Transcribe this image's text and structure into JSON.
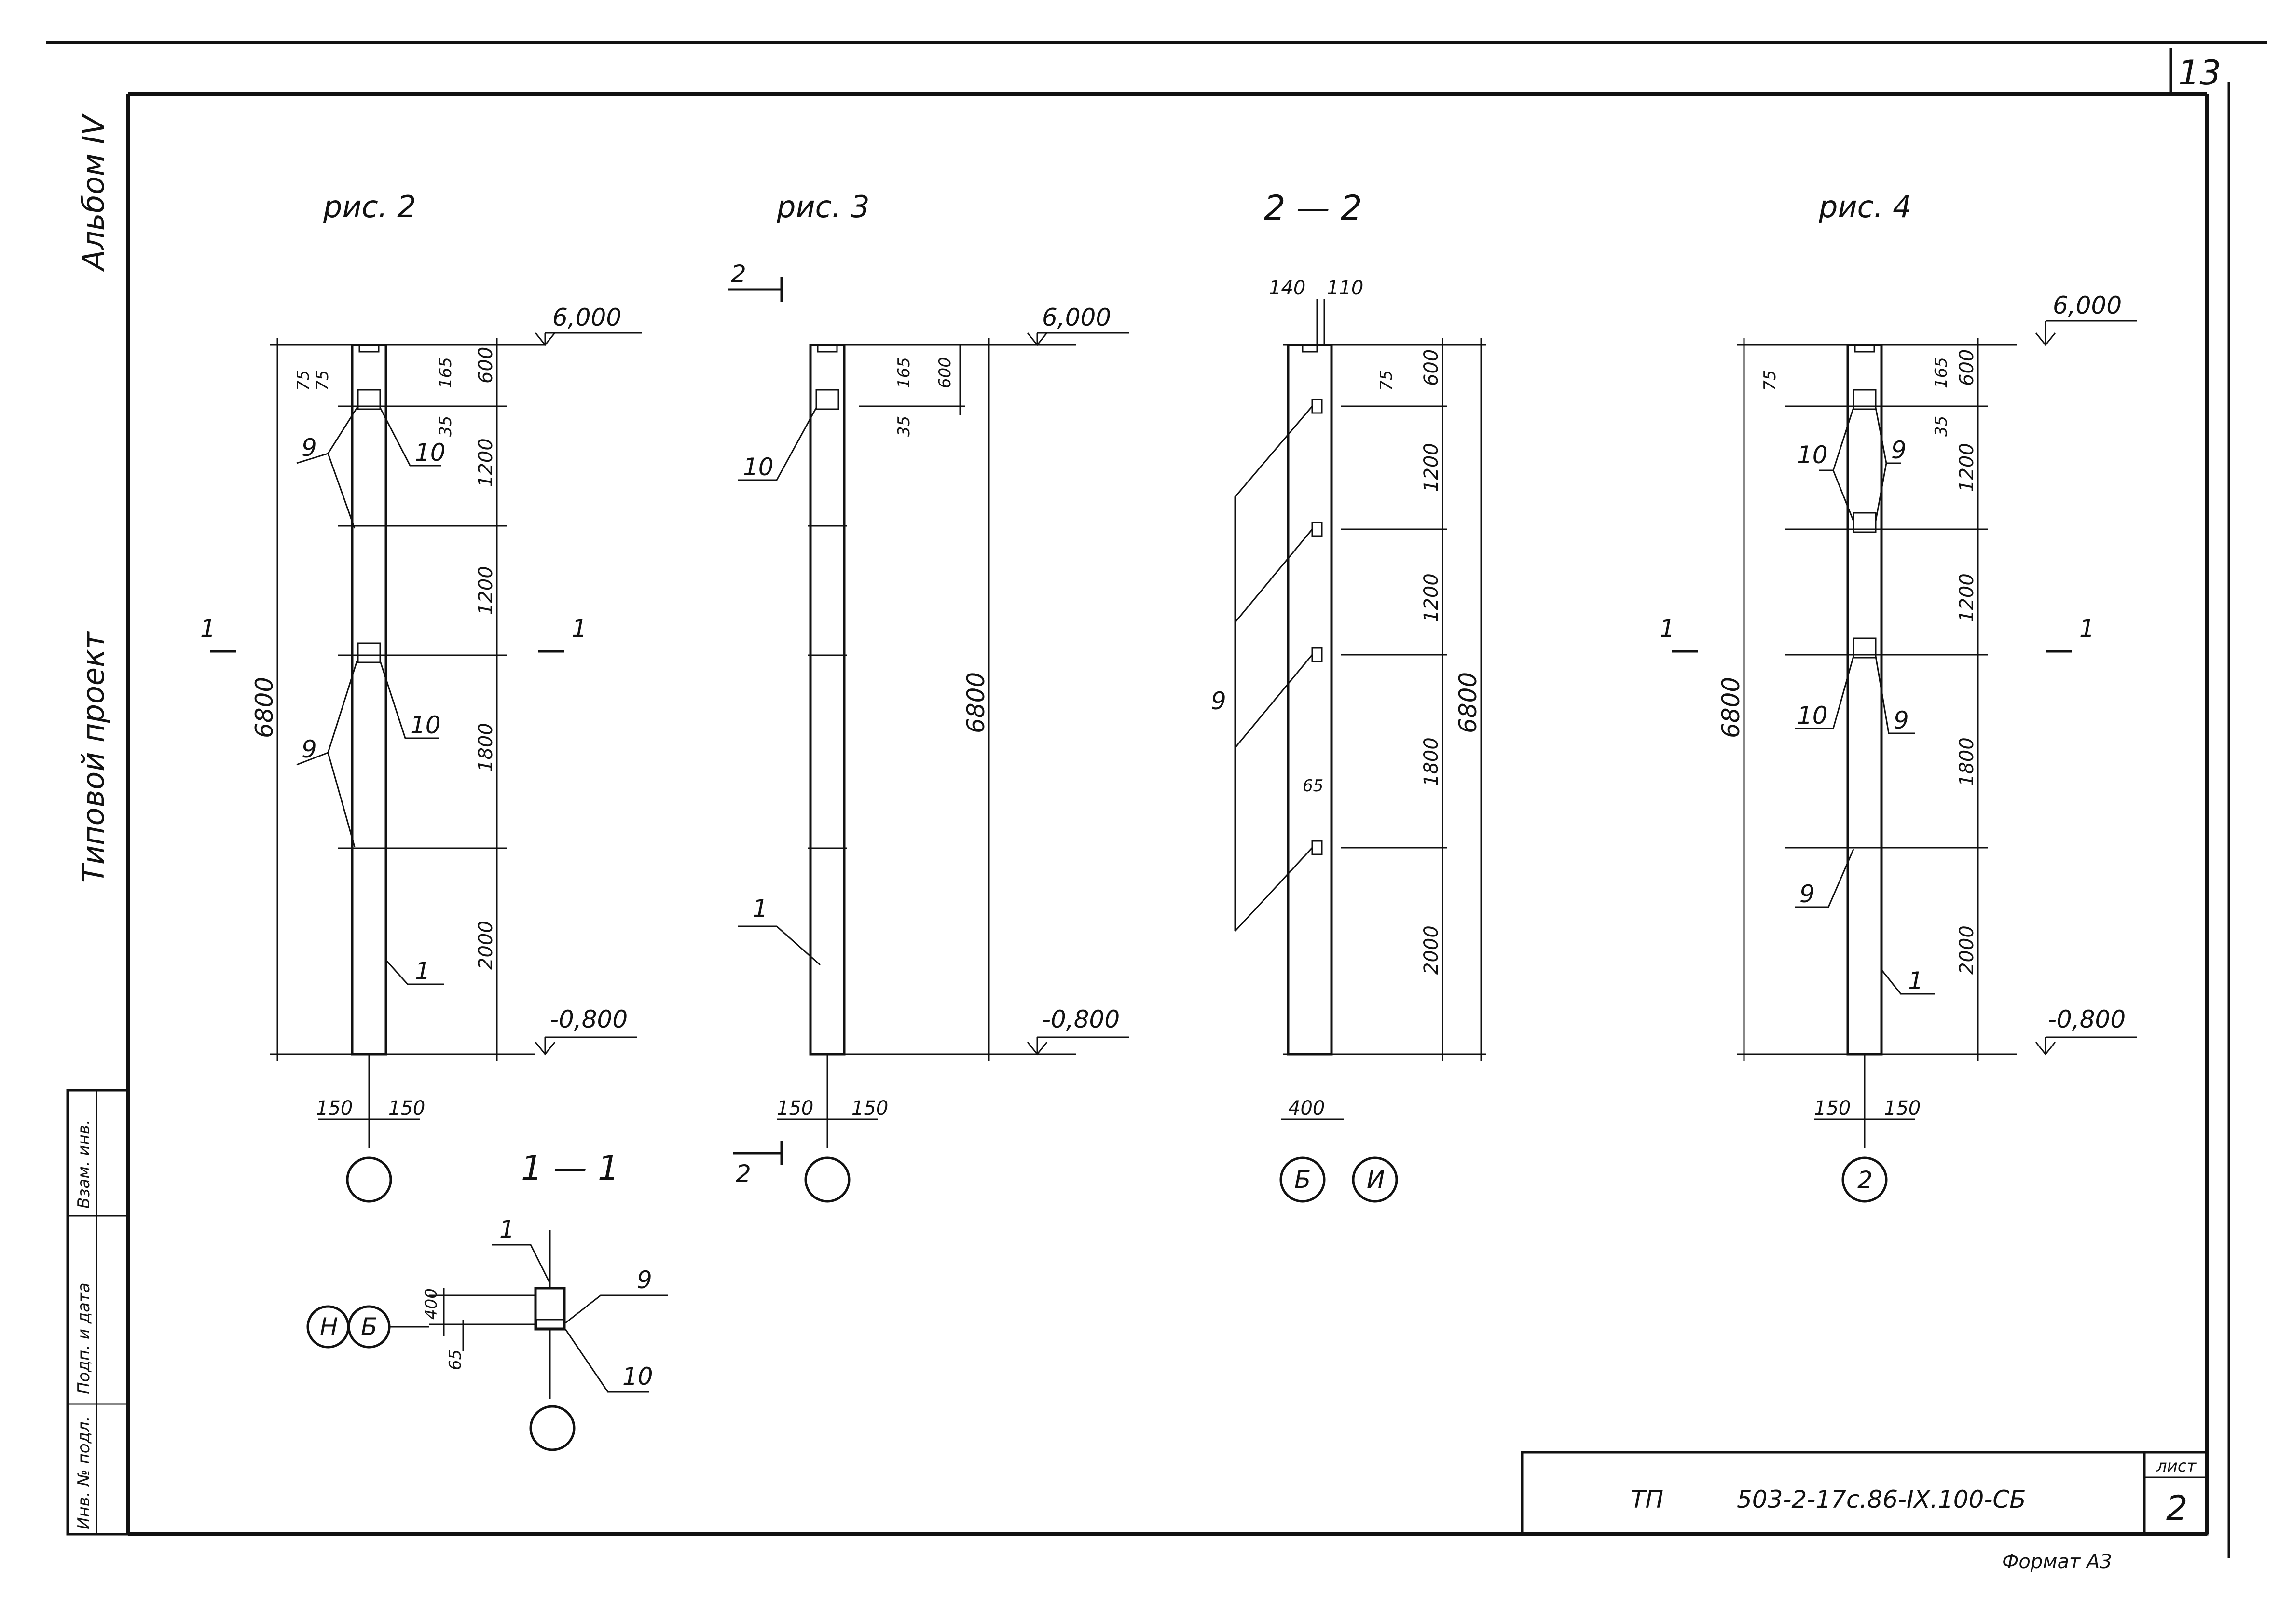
{
  "sheet_no_top": "13",
  "album": "Альбом IV",
  "project_type": "Типовой проект",
  "stamp_labels": [
    "Взам. инв.",
    "Подп. и дата",
    "Инв. № подл."
  ],
  "title_block": {
    "prefix": "ТП",
    "code": "503-2-17с.86-IХ.100-СБ",
    "sheet_label": "лист",
    "sheet_no": "2"
  },
  "format_note": "Формат А3",
  "figures": {
    "fig2": {
      "title": "рис. 2",
      "level_top": "6,000",
      "level_bottom": "-0,800",
      "total": "6800",
      "segments": [
        "600",
        "1200",
        "1200",
        "1800",
        "2000"
      ],
      "small": [
        "75",
        "75",
        "165",
        "35"
      ],
      "widths": [
        "150",
        "150"
      ],
      "section_mark": "1",
      "callouts": [
        "9",
        "10",
        "1"
      ]
    },
    "fig3": {
      "title": "рис. 3",
      "level_top": "6,000",
      "level_bottom": "-0,800",
      "total": "6800",
      "top_dims": [
        "165",
        "600",
        "35"
      ],
      "widths": [
        "150",
        "150"
      ],
      "section_mark": "2",
      "callouts": [
        "10",
        "1"
      ]
    },
    "sec22": {
      "title": "2 — 2",
      "top_widths": [
        "140",
        "110"
      ],
      "total": "6800",
      "segments": [
        "600",
        "1200",
        "1200",
        "1800",
        "2000"
      ],
      "small": [
        "75",
        "65"
      ],
      "width": "400",
      "axes": [
        "Б",
        "И"
      ],
      "callouts": [
        "9"
      ]
    },
    "fig4": {
      "title": "рис. 4",
      "level_top": "6,000",
      "level_bottom": "-0,800",
      "total": "6800",
      "segments": [
        "600",
        "1200",
        "1200",
        "1800",
        "2000"
      ],
      "small": [
        "75",
        "165",
        "35"
      ],
      "widths": [
        "150",
        "150"
      ],
      "axis": "2",
      "section_mark": "1",
      "callouts": [
        "10",
        "9",
        "1"
      ]
    },
    "sec11": {
      "title": "1 — 1",
      "dims": [
        "400",
        "65"
      ],
      "axes": [
        "Н",
        "Б"
      ],
      "callouts": [
        "1",
        "9",
        "10"
      ]
    }
  }
}
